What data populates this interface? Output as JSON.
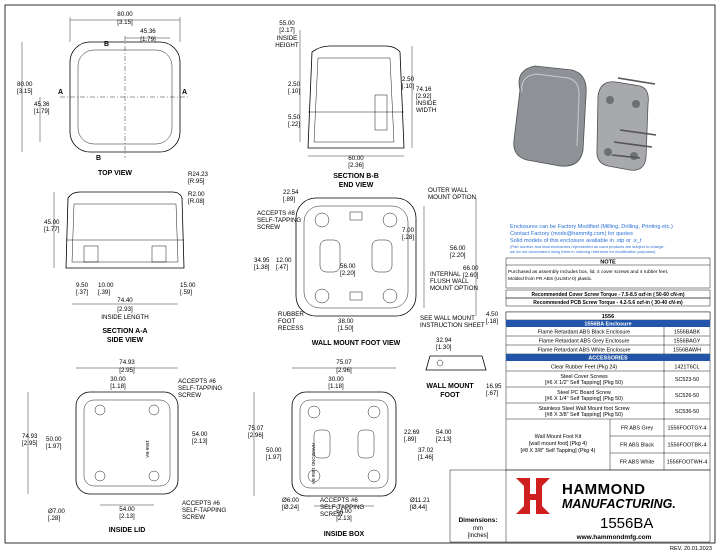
{
  "views": {
    "top": {
      "title": "TOP VIEW",
      "w1": "80.00",
      "w1in": "[3.15]",
      "w2": "45.36",
      "w2in": "[1.79]",
      "h1": "80.00",
      "h1in": "[3.15]",
      "h2": "45.36",
      "h2in": "[1.79]",
      "mark_a": "A",
      "mark_b": "B"
    },
    "section_bb": {
      "title1": "SECTION B-B",
      "title2": "END VIEW",
      "ih": "55.00",
      "ihin": "[2.17]",
      "ih_l1": "INSIDE",
      "ih_l2": "HEIGHT",
      "d250": "2.50",
      "d250in": "[.10]",
      "d550": "5.50",
      "d550in": "[.22]",
      "d250r": "2.50",
      "d250rin": "[.10]",
      "iw": "74.16",
      "iwin": "[2.92]",
      "iw_l1": "INSIDE",
      "iw_l2": "WIDTH",
      "bw": "60.00",
      "bwin": "[2.36]"
    },
    "section_aa": {
      "title1": "SECTION A-A",
      "title2": "SIDE VIEW",
      "r1": "R24.23",
      "r1in": "[R.95]",
      "r2": "R2.00",
      "r2in": "[R.08]",
      "h": "45.00",
      "hin": "[1.77]",
      "a": "9.50",
      "ain": "[.37]",
      "b": "10.00",
      "bin": "[.39]",
      "c": "15.00",
      "cin": "[.59]",
      "il": "74.40",
      "ilin": "[2.93]",
      "il_l": "INSIDE LENGTH"
    },
    "foot": {
      "title": "WALL MOUNT FOOT VIEW",
      "d1": "22.54",
      "d1in": "[.89]",
      "acc1": "ACCEPTS #8",
      "acc2": "SELF-TAPPING",
      "acc3": "SCREW",
      "a": "34.95",
      "ain": "[1.38]",
      "b": "12.00",
      "bin": "[.47]",
      "c": "56.00",
      "cin": "[2.20]",
      "d": "7.00",
      "din": "[.28]",
      "e": "56.00",
      "ein": "[2.20]",
      "f": "66.00",
      "fin": "[2.60]",
      "g": "38.00",
      "gin": "[1.50]",
      "ow1": "OUTER WALL",
      "ow2": "MOUNT OPTION",
      "iw1": "INTERNAL",
      "iw2": "FLUSH WALL",
      "iw3": "MOUNT OPTION",
      "rf1": "RUBBER",
      "rf2": "FOOT",
      "rf3": "RECESS"
    },
    "wallfoot": {
      "title1": "WALL MOUNT",
      "title2": "FOOT",
      "see1": "SEE WALL MOUNT",
      "see2": "INSTRUCTION SHEET",
      "a": "4.50",
      "ain": "[.18]",
      "b": "32.94",
      "bin": "[1.30]",
      "c": "16.95",
      "cin": "[.67]"
    },
    "lid": {
      "title": "INSIDE LID",
      "w1": "74.93",
      "w1in": "[2.95]",
      "w2": "30.00",
      "w2in": "[1.18]",
      "h1": "74.93",
      "h1in": "[2.95]",
      "h2": "50.00",
      "h2in": "[1.97]",
      "h3": "54.00",
      "h3in": "[2.13]",
      "bw": "54.00",
      "bwin": "[2.13]",
      "hole": "Ø7.00",
      "holein": "[.28]",
      "acc1": "ACCEPTS #6",
      "acc2": "SELF-TAPPING",
      "acc3": "SCREW",
      "acc4": "ACCEPTS #6",
      "acc5": "SELF-TAPPING",
      "acc6": "SCREW",
      "tag": "1556-BA"
    },
    "box": {
      "title": "INSIDE BOX",
      "w1": "75.07",
      "w1in": "[2.96]",
      "w2": "30.00",
      "w2in": "[1.18]",
      "h1": "75.07",
      "h1in": "[2.96]",
      "h2": "50.00",
      "h2in": "[1.97]",
      "a": "22.69",
      "ain": "[.89]",
      "b": "37.02",
      "bin": "[1.46]",
      "c": "54.00",
      "cin": "[2.13]",
      "bw": "54.00",
      "bwin": "[2.13]",
      "h6": "Ø6.00",
      "h6in": "[Ø.24]",
      "h11": "Ø11.21",
      "h11in": "[Ø.44]",
      "acc1": "ACCEPTS #6",
      "acc2": "SELF-TAPPING",
      "acc3": "SCREW",
      "tag": "HAMMOND 1556 BA"
    }
  },
  "info": {
    "blue1": "Enclosures can be Factory Modified (Milling, Drilling, Printing etc.)",
    "blue2": "Contact Factory (mods@hammfg.com) for quotes",
    "blue3": "Solid models of this enclosure available in .stp or .x_t",
    "blue4": "(Part number and lead enclosures represented as used products are subject to change.",
    "blue5": "we do not recommend using them in ordering reference for modification purposes)",
    "note_title": "NOTE",
    "note1": "Purchased as assembly includes box, lid, 4 cover screws and 4 rubber feet.",
    "note2": "Molded from FR ABS (UL94V-0) plastic.",
    "torque1": "Recommended Cover Screw Torque - 7.5-8.5 ozf-in ( 50-60 cN-m)",
    "torque2": "Recommended PCB Screw Torque - 4.2-5.6 ozf-in ( 30-40 cN-m)"
  },
  "table": {
    "header": "1556",
    "sub_enclosure": "1556BA Enclosure",
    "enclosures": [
      {
        "desc": "Flame Retardant ABS Black Enclosure",
        "pn": "1556BABK"
      },
      {
        "desc": "Flame Retardant ABS Grey Enclosure",
        "pn": "1556BAGY"
      },
      {
        "desc": "Flame Retardant ABS White Enclosure",
        "pn": "1556BAWH"
      }
    ],
    "sub_accessories": "ACCESSORIES",
    "accessories": [
      {
        "l1": "Clear Rubber Feet (Pkg 24)",
        "l2": "",
        "pn": "1421T6CL"
      },
      {
        "l1": "Steel Cover Screws",
        "l2": "[#6 X 1/2\" Self Tapping] (Pkg 50)",
        "pn": "SC523-50"
      },
      {
        "l1": "Steel PC Board Screw",
        "l2": "[#6 X 1/4\" Self Tapping] (Pkg 50)",
        "pn": "SC526-50"
      },
      {
        "l1": "Stainless Steel Wall Mount foot Screw",
        "l2": "[#8 X 3/8\" Self Tapping] (Pkg 50)",
        "pn": "SC536-50"
      }
    ],
    "kit_l1": "Wall Mount Foot Kit",
    "kit_l2": "[wall mount foot] (Pkg 4)",
    "kit_l3": "[#8 X 3/8\" Self Tapping] (Pkg 4)",
    "kits": [
      {
        "mat": "FR ABS Grey",
        "pn": "1556FOOTGY-4"
      },
      {
        "mat": "FR ABS Black",
        "pn": "1556FOOTBK-4"
      },
      {
        "mat": "FR ABS White",
        "pn": "1556FOOTWH-4"
      }
    ]
  },
  "titleblock": {
    "brand1": "HAMMOND",
    "brand2": "MANUFACTURING.",
    "part": "1556BA",
    "web": "www.hammondmfg.com",
    "dims_l": "Dimensions:",
    "dims_mm": "mm",
    "dims_in": "[inches]",
    "rev": "REV. 20.01.2023"
  },
  "colors": {
    "accent_blue": "#2a6fd6",
    "logo_red": "#d01f1f"
  }
}
